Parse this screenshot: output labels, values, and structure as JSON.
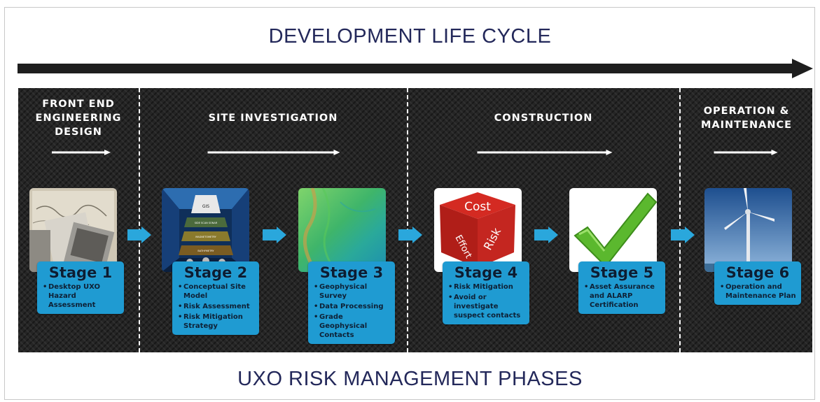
{
  "title": "DEVELOPMENT LIFE CYCLE",
  "subtitle": "UXO RISK MANAGEMENT PHASES",
  "phases": [
    {
      "label": "FRONT END\nENGINEERING\nDESIGN"
    },
    {
      "label": "SITE INVESTIGATION"
    },
    {
      "label": "CONSTRUCTION"
    },
    {
      "label": "OPERATION &\nMAINTENANCE"
    }
  ],
  "stages": [
    {
      "name": "Stage 1",
      "items": [
        "Desktop UXO Hazard Assessment"
      ],
      "image": "historical-charts-photos"
    },
    {
      "name": "Stage 2",
      "items": [
        "Conceptual Site Model",
        "Risk Assessment",
        "Risk Mitigation Strategy"
      ],
      "image": "conceptual-site-model-layers",
      "image_labels": [
        "GIS",
        "SIDE SCAN SONAR",
        "MAGNETOMETRY",
        "BATHYMETRY"
      ]
    },
    {
      "name": "Stage 3",
      "items": [
        "Geophysical Survey",
        "Data Processing",
        "Grade Geophysical Contacts"
      ],
      "image": "seabed-bathymetry-map"
    },
    {
      "name": "Stage 4",
      "items": [
        "Risk Mitigation",
        "Avoid or investigate suspect contacts"
      ],
      "image": "cost-risk-effort-dice",
      "image_labels": [
        "Cost",
        "Risk",
        "Effort"
      ]
    },
    {
      "name": "Stage 5",
      "items": [
        "Asset Assurance and ALARP Certification"
      ],
      "image": "green-checkmark"
    },
    {
      "name": "Stage 6",
      "items": [
        "Operation and Maintenance Plan"
      ],
      "image": "wind-turbine-photo"
    }
  ],
  "colors": {
    "title": "#23285a",
    "stage_box": "#1f9bd2",
    "chevron": "#2aa7dc",
    "band": "#252525"
  }
}
